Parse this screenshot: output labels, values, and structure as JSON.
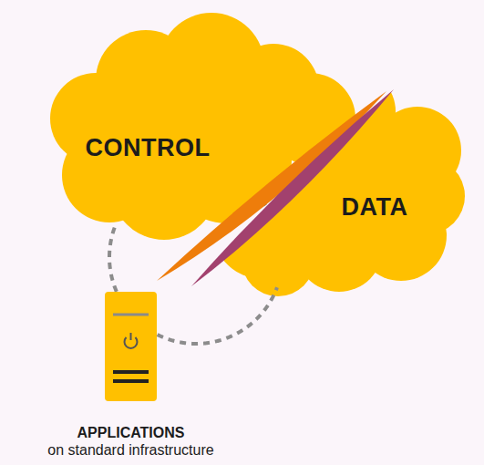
{
  "diagram": {
    "nodes": [
      {
        "text": [
          "CONTROL"
        ]
      },
      {
        "text": [
          "DATA"
        ]
      },
      {
        "text": [
          "APPLICATIONS",
          "on standard infrastructure"
        ]
      }
    ],
    "edges": [
      {
        "from": 2,
        "to": 0,
        "arrow": "none"
      },
      {
        "from": 2,
        "to": 1,
        "arrow": "none"
      }
    ]
  }
}
